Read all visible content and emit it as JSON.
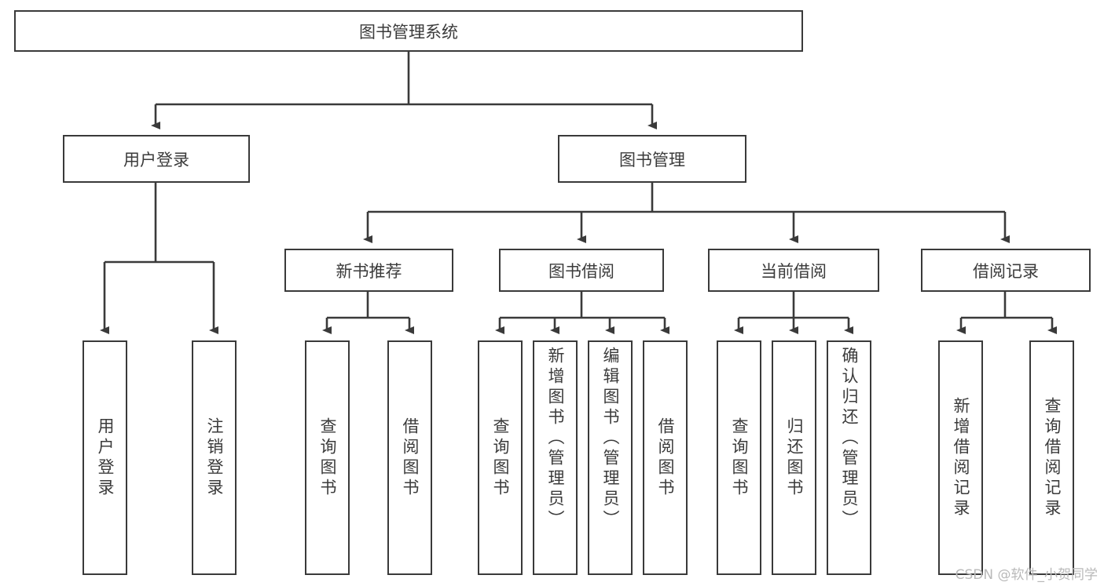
{
  "diagram": {
    "type": "tree",
    "title": "图书管理系统",
    "root": {
      "label": "图书管理系统"
    },
    "level2": [
      {
        "label": "用户登录"
      },
      {
        "label": "图书管理"
      }
    ],
    "level3": [
      {
        "label": "新书推荐"
      },
      {
        "label": "图书借阅"
      },
      {
        "label": "当前借阅"
      },
      {
        "label": "借阅记录"
      }
    ],
    "leaves": {
      "user_login": [
        {
          "label": "用户登录"
        },
        {
          "label": "注销登录"
        }
      ],
      "new_book_recommend": [
        {
          "label": "查询图书"
        },
        {
          "label": "借阅图书"
        }
      ],
      "book_borrow": [
        {
          "label": "查询图书"
        },
        {
          "label": "新增图书（管理员）"
        },
        {
          "label": "编辑图书（管理员）"
        },
        {
          "label": "借阅图书"
        }
      ],
      "current_borrow": [
        {
          "label": "查询图书"
        },
        {
          "label": "归还图书"
        },
        {
          "label": "确认归还（管理员）"
        }
      ],
      "borrow_records": [
        {
          "label": "新增借阅记录"
        },
        {
          "label": "查询借阅记录"
        }
      ]
    }
  },
  "watermark": {
    "text": "CSDN @软件_小贺同学"
  },
  "colors": {
    "stroke": "#3a3a3a",
    "text": "#3b3b3b",
    "background": "#ffffff",
    "watermark": "#b9b9b9"
  }
}
